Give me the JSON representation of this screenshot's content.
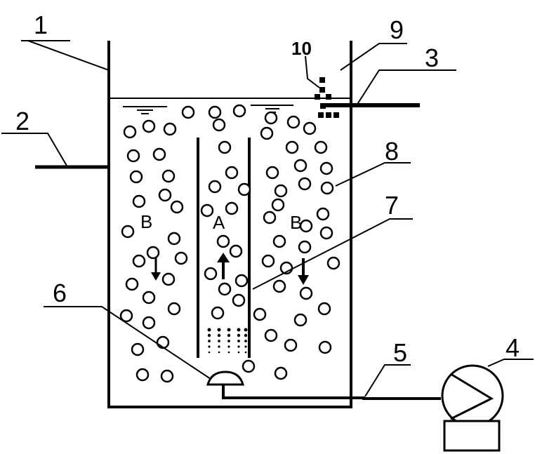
{
  "labels": {
    "n1": "1",
    "n2": "2",
    "n3": "3",
    "n4": "4",
    "n5": "5",
    "n6": "6",
    "n7": "7",
    "n8": "8",
    "n9": "9",
    "n10": "10"
  },
  "zones": {
    "a": "A",
    "b_left": "B",
    "b_right": "B"
  },
  "colors": {
    "ink": "#000000",
    "background": "#ffffff"
  }
}
